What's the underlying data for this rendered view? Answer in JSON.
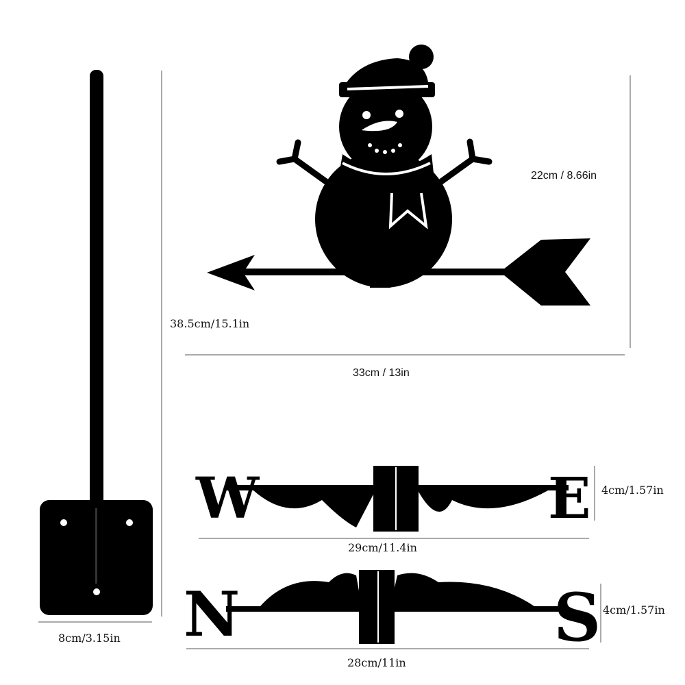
{
  "colors": {
    "silhouette": "#000000",
    "background": "#ffffff",
    "dimension_line": "#555555"
  },
  "dimensions": {
    "vane_height": "22cm / 8.66in",
    "total_height": "38.5cm/15.1in",
    "vane_width": "33cm / 13in",
    "we_height": "4cm/1.57in",
    "we_width": "29cm/11.4in",
    "ns_height": "4cm/1.57in",
    "ns_width": "28cm/11in",
    "base_width": "8cm/3.15in"
  },
  "letters": {
    "west": "W",
    "east": "E",
    "north": "N",
    "south": "S"
  }
}
